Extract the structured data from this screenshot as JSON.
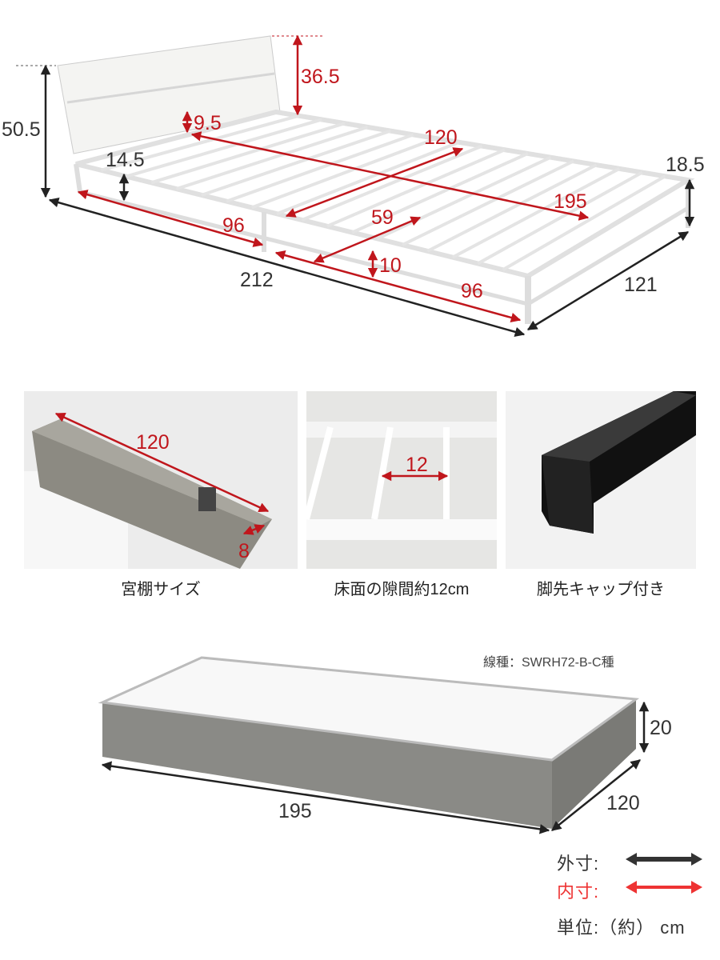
{
  "bed": {
    "dims": {
      "total_height": "50.5",
      "headboard_height": "36.5",
      "headboard_gap": "9.5",
      "inner_width": "120",
      "inner_length": "195",
      "frame_height": "14.5",
      "foot_height": "18.5",
      "half_length_left": "96",
      "half_length_right": "96",
      "center_width": "59",
      "under_clearance": "10",
      "total_length": "212",
      "total_width": "121"
    }
  },
  "panels": [
    {
      "caption": "宮棚サイズ",
      "dims": [
        "120",
        "8"
      ]
    },
    {
      "caption": "床面の隙間約12cm",
      "dims": [
        "12"
      ]
    },
    {
      "caption": "脚先キャップ付き",
      "dims": []
    }
  ],
  "mattress": {
    "wire_type": "線種：SWRH72-B-C種",
    "dims": {
      "height": "20",
      "length": "195",
      "width": "120"
    }
  },
  "legend": {
    "outer_label": "外寸:",
    "inner_label": "内寸:",
    "unit_label": "単位:（約） cm",
    "outer_color": "#333333",
    "inner_color": "#ee3333"
  }
}
